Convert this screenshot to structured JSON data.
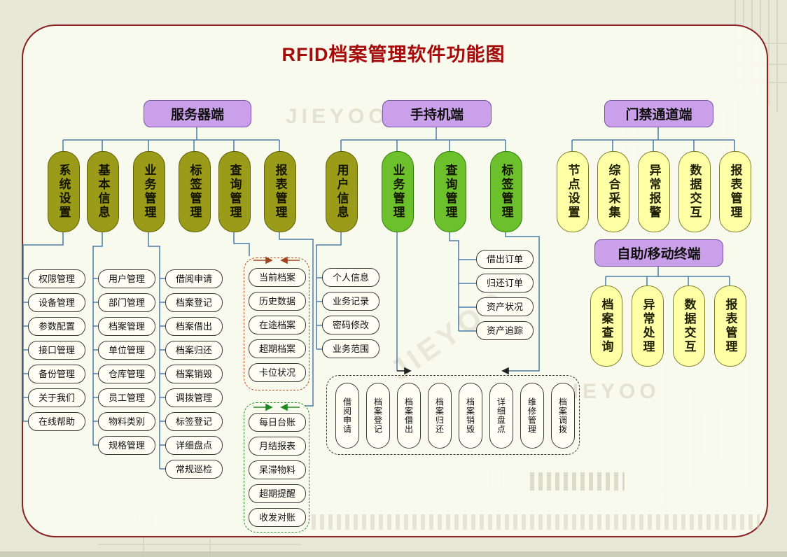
{
  "title": "RFID档案管理软件功能图",
  "watermark": "JIEYOO",
  "colors": {
    "title_red": "#a50b0b",
    "frame_border": "#8b2020",
    "header_purple": "#c9a0e9",
    "module_olive": "#9a9b18",
    "module_green": "#6cc02c",
    "module_yellow": "#ffffa6",
    "connector_blue": "#4a7da8",
    "dashed_red": "#b34a1e",
    "dashed_green": "#1f8a1f",
    "dashed_black": "#333333"
  },
  "server": {
    "label": "服务器端",
    "modules": [
      "系统设置",
      "基本信息",
      "业务管理",
      "标签管理",
      "查询管理",
      "报表管理"
    ],
    "system_settings_children": [
      "权限管理",
      "设备管理",
      "参数配置",
      "接口管理",
      "备份管理",
      "关于我们",
      "在线帮助"
    ],
    "basic_info_children": [
      "用户管理",
      "部门管理",
      "档案管理",
      "单位管理",
      "仓库管理",
      "员工管理",
      "物料类别",
      "规格管理"
    ],
    "business_children": [
      "借阅申请",
      "档案登记",
      "档案借出",
      "档案归还",
      "档案销毁",
      "调拨管理",
      "标签登记",
      "详细盘点",
      "常规巡检"
    ],
    "query_children": [
      "当前档案",
      "历史数据",
      "在途档案",
      "超期档案",
      "卡位状况"
    ],
    "report_children": [
      "每日台账",
      "月结报表",
      "呆滞物料",
      "超期提醒",
      "收发对账"
    ]
  },
  "handheld": {
    "label": "手持机端",
    "modules": [
      "用户信息",
      "业务管理",
      "查询管理",
      "标签管理"
    ],
    "user_info_children": [
      "个人信息",
      "业务记录",
      "密码修改",
      "业务范围"
    ],
    "query_children": [
      "借出订单",
      "归还订单",
      "资产状况",
      "资产追踪"
    ],
    "business_children": [
      "借阅申请",
      "档案登记",
      "档案借出",
      "档案归还",
      "档案销毁",
      "详细盘点",
      "维修管理",
      "档案调拨"
    ]
  },
  "gate": {
    "label": "门禁通道端",
    "modules": [
      "节点设置",
      "综合采集",
      "异常报警",
      "数据交互",
      "报表管理"
    ]
  },
  "terminal": {
    "label": "自助/移动终端",
    "modules": [
      "档案查询",
      "异常处理",
      "数据交互",
      "报表管理"
    ]
  }
}
